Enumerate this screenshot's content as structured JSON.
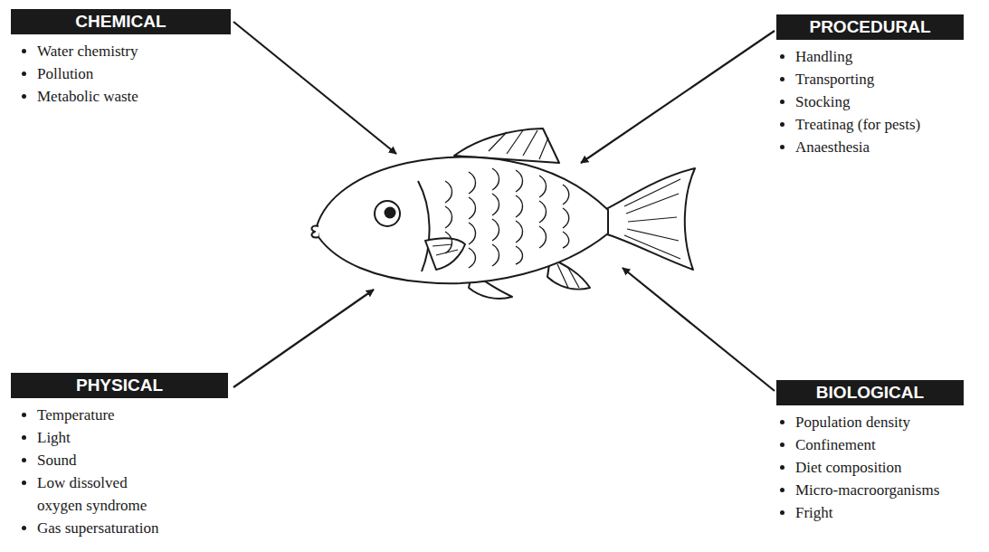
{
  "diagram": {
    "nodes": [
      {
        "text": [
          "CHEMICAL",
          "Water chemistry",
          "Pollution",
          "Metabolic waste"
        ]
      },
      {
        "text": [
          "PROCEDURAL",
          "Handling",
          "Transporting",
          "Stocking",
          "Treatinag (for pests)",
          "Anaesthesia"
        ]
      },
      {
        "text": [
          "PHYSICAL",
          "Temperature",
          "Light",
          "Sound",
          "Low dissolved oxygen syndrome",
          "Gas supersaturation"
        ]
      },
      {
        "text": [
          "BIOLOGICAL",
          "Population density",
          "Confinement",
          "Diet composition",
          "Micro-macroorganisms",
          "Fright"
        ]
      }
    ]
  }
}
